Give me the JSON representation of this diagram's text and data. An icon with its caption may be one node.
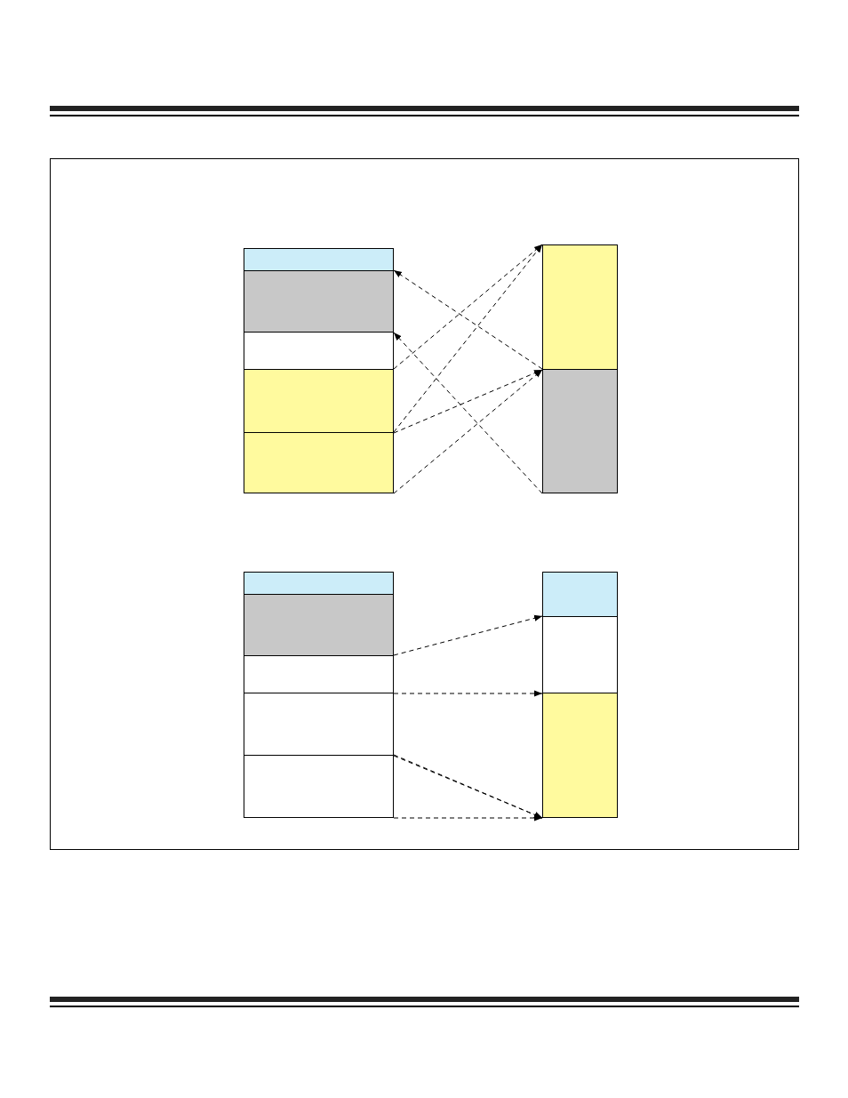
{
  "diagram": {
    "nodes": [
      {
        "text": [],
        "shape": "box"
      },
      {
        "text": [],
        "shape": "box"
      },
      {
        "text": [],
        "shape": "box"
      },
      {
        "text": [],
        "shape": "box"
      },
      {
        "text": [],
        "shape": "box"
      },
      {
        "text": [],
        "shape": "box"
      },
      {
        "text": [],
        "shape": "box"
      },
      {
        "text": [],
        "shape": "box"
      },
      {
        "text": [],
        "shape": "box"
      },
      {
        "text": [],
        "shape": "box"
      },
      {
        "text": [],
        "shape": "box"
      },
      {
        "text": [],
        "shape": "box"
      },
      {
        "text": [],
        "shape": "box"
      },
      {
        "text": [],
        "shape": "box"
      },
      {
        "text": [],
        "shape": "box"
      }
    ],
    "edges": [
      {
        "from": 6,
        "to": 1,
        "arrow": "to",
        "style": "dashed"
      },
      {
        "from": 6,
        "to": 1,
        "arrow": "to",
        "style": "dashed"
      },
      {
        "from": 3,
        "to": 5,
        "arrow": "to",
        "style": "dashed"
      },
      {
        "from": 3,
        "to": 5,
        "arrow": "to",
        "style": "dashed"
      },
      {
        "from": 4,
        "to": 5,
        "arrow": "to",
        "style": "dashed"
      },
      {
        "from": 4,
        "to": 5,
        "arrow": "to",
        "style": "dashed"
      },
      {
        "from": 9,
        "to": 13,
        "arrow": "to",
        "style": "dashed"
      },
      {
        "from": 9,
        "to": 13,
        "arrow": "to",
        "style": "dashed"
      },
      {
        "from": 11,
        "to": 14,
        "arrow": "to",
        "style": "dashed"
      },
      {
        "from": 10,
        "to": 14,
        "arrow": "to",
        "style": "dashed"
      },
      {
        "from": 11,
        "to": 14,
        "arrow": "to",
        "style": "dashed"
      }
    ]
  }
}
